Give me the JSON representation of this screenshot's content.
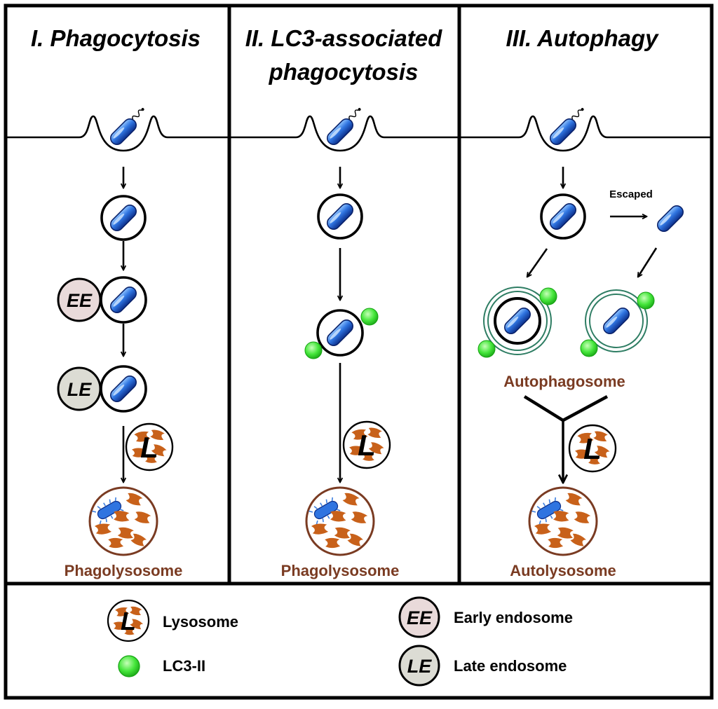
{
  "panels": {
    "one": {
      "title": "I. Phagocytosis",
      "result": "Phagolysosome"
    },
    "two": {
      "title_line1": "II. LC3-associated",
      "title_line2": "phagocytosis",
      "result": "Phagolysosome"
    },
    "three": {
      "title": "III. Autophagy",
      "escaped": "Escaped",
      "autophagosome": "Autophagosome",
      "result": "Autolysosome"
    }
  },
  "markers": {
    "ee": "EE",
    "le": "LE",
    "l": "L"
  },
  "legend": {
    "lysosome": "Lysosome",
    "lc3": "LC3-II",
    "early_endosome": "Early endosome",
    "late_endosome": "Late endosome"
  },
  "colors": {
    "border": "#000000",
    "bacterium": "#1f5fd6",
    "lysosome_enzyme": "#c8611a",
    "lc3": "#3ee63a",
    "ee_fill": "#e9dada",
    "le_fill": "#dcdcd4",
    "autophagosome_ring": "#2e7d63",
    "label_brown": "#7a3b22"
  },
  "icons": [
    "bacterium-icon",
    "lysosome-icon",
    "lc3-icon",
    "arrow-icon"
  ]
}
